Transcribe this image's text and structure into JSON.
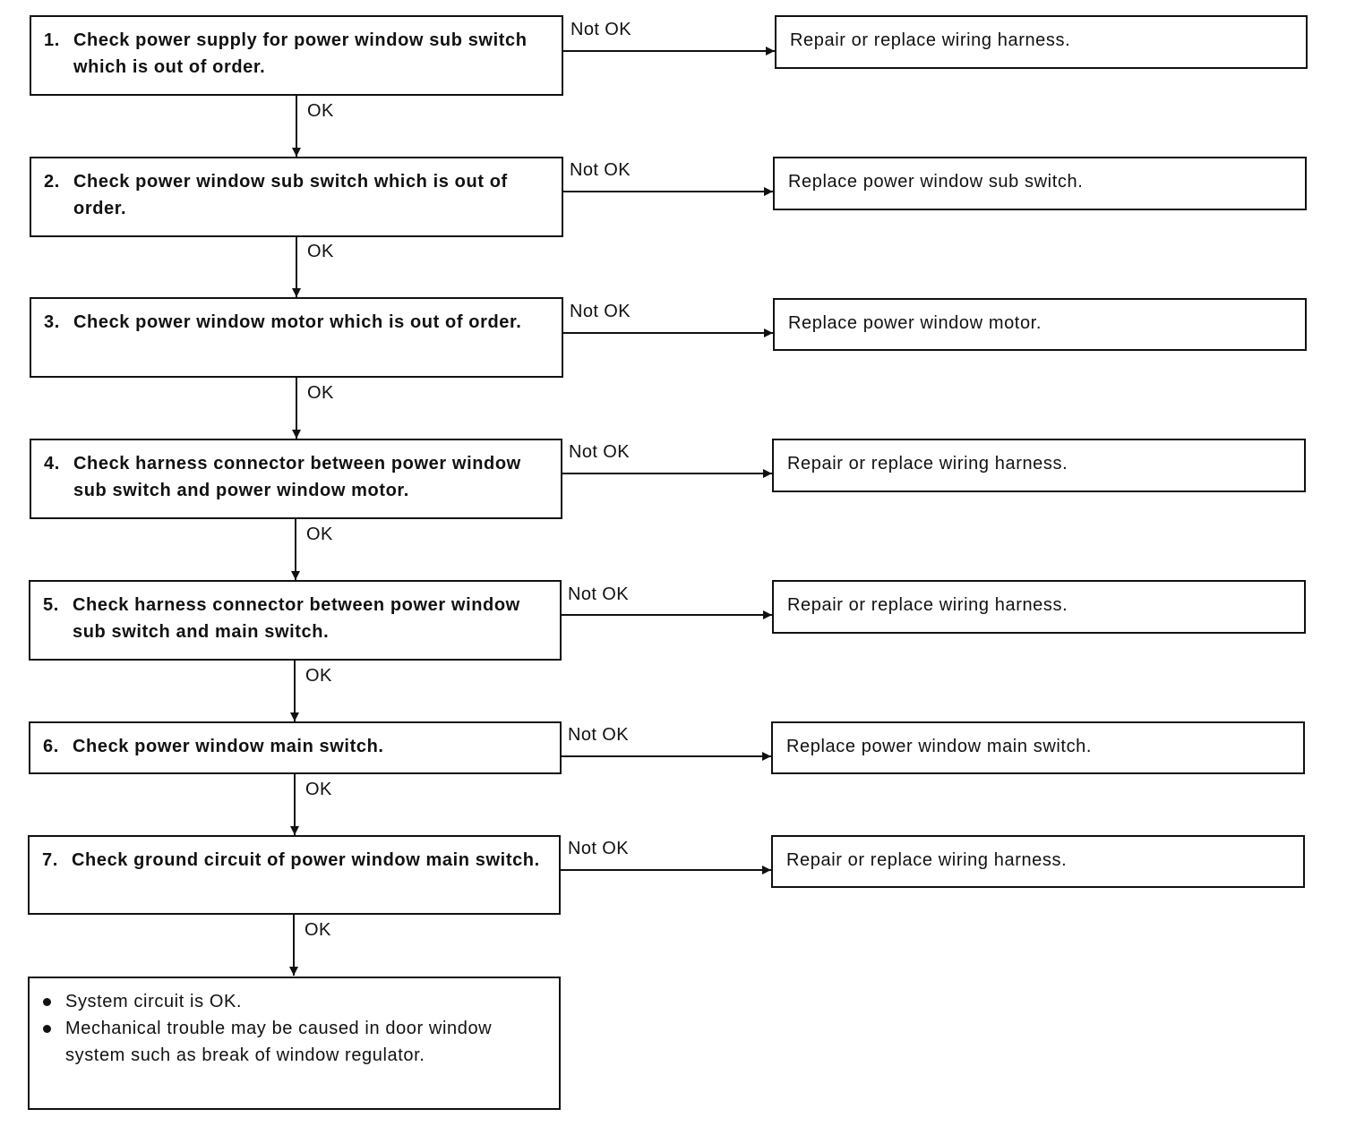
{
  "steps": [
    {
      "number": "1.",
      "text": "Check power supply for power window sub switch which is out of order."
    },
    {
      "number": "2.",
      "text": "Check power window sub switch which is out of order."
    },
    {
      "number": "3.",
      "text": "Check power window motor which is out of order."
    },
    {
      "number": "4.",
      "text": "Check harness connector between power window sub switch and power window motor."
    },
    {
      "number": "5.",
      "text": "Check harness connector between power window sub switch and main switch."
    },
    {
      "number": "6.",
      "text": "Check power window main switch."
    },
    {
      "number": "7.",
      "text": "Check ground circuit of power window main switch."
    }
  ],
  "results": [
    "Repair or replace wiring harness.",
    "Replace power window sub switch.",
    "Replace power window motor.",
    "Repair or replace wiring harness.",
    "Repair or replace wiring harness.",
    "Replace power window main switch.",
    "Repair or replace wiring harness."
  ],
  "labels": {
    "ok": "OK",
    "not_ok": "Not OK"
  },
  "final": {
    "bullets": [
      "System circuit is OK.",
      "Mechanical trouble may be caused in door window system such as break of window regulator."
    ]
  }
}
